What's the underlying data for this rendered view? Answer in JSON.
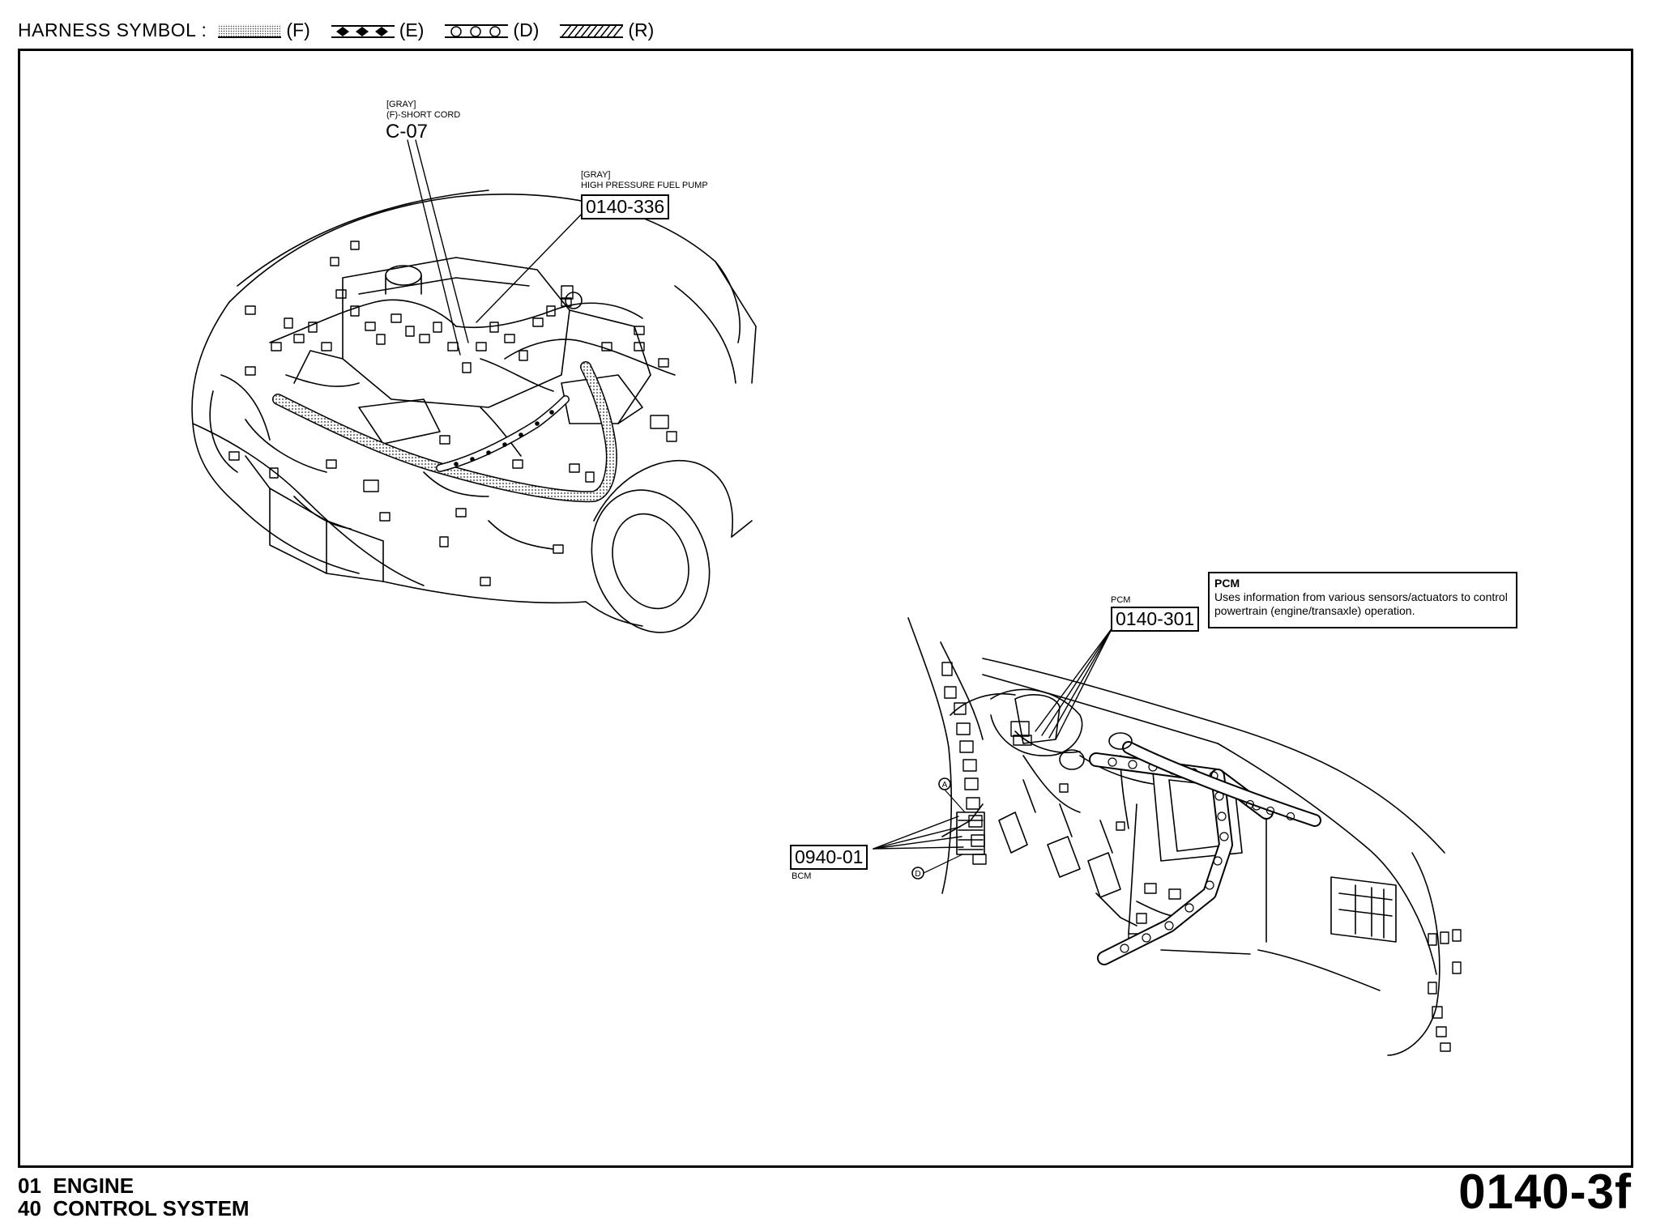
{
  "legend": {
    "title": "HARNESS SYMBOL :",
    "items": [
      {
        "code": "(F)",
        "pattern": "dotted"
      },
      {
        "code": "(E)",
        "pattern": "diamond"
      },
      {
        "code": "(D)",
        "pattern": "circles"
      },
      {
        "code": "(R)",
        "pattern": "hatched"
      }
    ]
  },
  "callouts": {
    "c07": {
      "color": "[GRAY]",
      "desc": "(F)-SHORT CORD",
      "code": "C-07"
    },
    "fuel_pump": {
      "color": "[GRAY]",
      "desc": "HIGH PRESSURE FUEL PUMP",
      "code": "0140-336"
    },
    "pcm": {
      "label": "PCM",
      "code": "0140-301"
    },
    "pcm_info": {
      "title": "PCM",
      "text": "Uses information from various sensors/actuators to control powertrain (engine/transaxle) operation."
    },
    "bcm": {
      "code": "0940-01",
      "label": "BCM"
    },
    "markers": {
      "a": "A",
      "d": "D"
    }
  },
  "footer": {
    "line1": "01  ENGINE",
    "line2": "40  CONTROL SYSTEM",
    "page_code": "0140-3f"
  }
}
